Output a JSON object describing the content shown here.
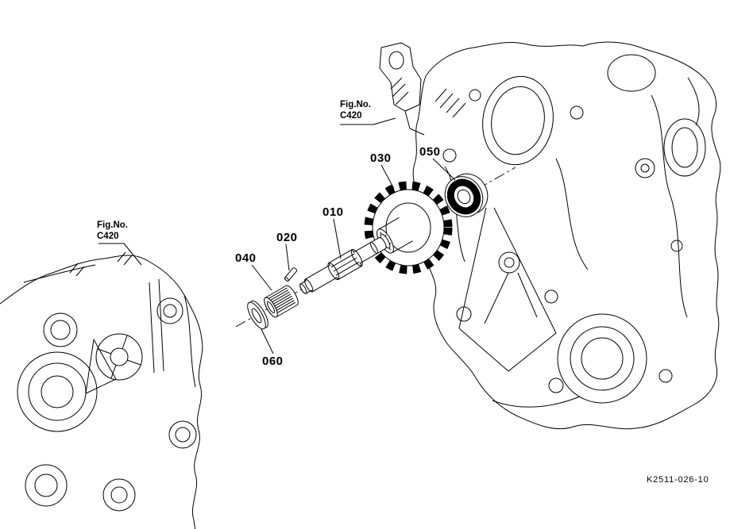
{
  "callouts": {
    "c010": "010",
    "c020": "020",
    "c030": "030",
    "c040": "040",
    "c050": "050",
    "c060": "060"
  },
  "fig_refs": {
    "top": {
      "prefix": "Fig.No.",
      "code": "C420"
    },
    "left": {
      "prefix": "Fig.No.",
      "code": "C420"
    }
  },
  "drawing_code": "K2511-026-10",
  "colors": {
    "line": "#000000",
    "background": "#ffffff"
  }
}
